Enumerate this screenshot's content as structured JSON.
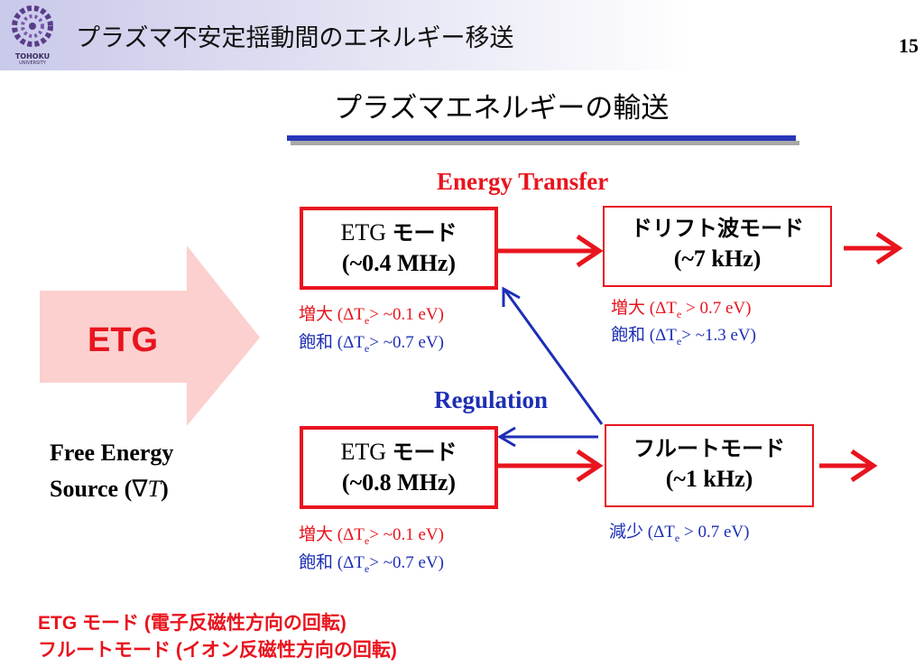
{
  "header": {
    "logo_text": "TOHOKU",
    "logo_subtext": "UNIVERSITY",
    "title": "プラズマ不安定揺動間のエネルギー移送",
    "page_number": "15"
  },
  "subtitle": "プラズマエネルギーの輸送",
  "labels": {
    "energy_transfer": "Energy Transfer",
    "regulation": "Regulation",
    "etg_source": "ETG",
    "free_energy_line1": "Free Energy",
    "free_energy_line2_prefix": "Source (",
    "free_energy_symbol": "∇",
    "free_energy_var": "T",
    "free_energy_close": ")"
  },
  "boxes": {
    "etg_high": {
      "name": "ETG",
      "mode": "モード",
      "freq": "(~0.4 MHz)"
    },
    "drift": {
      "name": "ドリフト波モード",
      "freq": "(~7 kHz)"
    },
    "etg_low": {
      "name": "ETG",
      "mode": "モード",
      "freq": "(~0.8 MHz)"
    },
    "flute": {
      "name": "フルートモード",
      "freq": "(~1 kHz)"
    }
  },
  "stats": {
    "etg_high_grow": {
      "label": "増大",
      "pre": "(ΔT",
      "sub": "e",
      "post": "> ~0.1 eV)"
    },
    "etg_high_sat": {
      "label": "飽和",
      "pre": "(ΔT",
      "sub": "e",
      "post": "> ~0.7 eV)"
    },
    "drift_grow": {
      "label": "増大",
      "pre": "(ΔT",
      "sub": "e",
      "post": " > 0.7 eV)"
    },
    "drift_sat": {
      "label": "飽和",
      "pre": "(ΔT",
      "sub": "e",
      "post": "> ~1.3 eV)"
    },
    "etg_low_grow": {
      "label": "増大",
      "pre": "(ΔT",
      "sub": "e",
      "post": "> ~0.1 eV)"
    },
    "etg_low_sat": {
      "label": "飽和",
      "pre": "(ΔT",
      "sub": "e",
      "post": "> ~0.7 eV)"
    },
    "flute_dec": {
      "label": "減少",
      "pre": "(ΔT",
      "sub": "e",
      "post": " > 0.7 eV)"
    }
  },
  "footnotes": [
    "ETG モード (電子反磁性方向の回転)",
    "フルートモード (イオン反磁性方向の回転)"
  ],
  "colors": {
    "red": "#e8141e",
    "blue": "#1d2eb5",
    "pink_arrow": "#fbd0cf"
  }
}
